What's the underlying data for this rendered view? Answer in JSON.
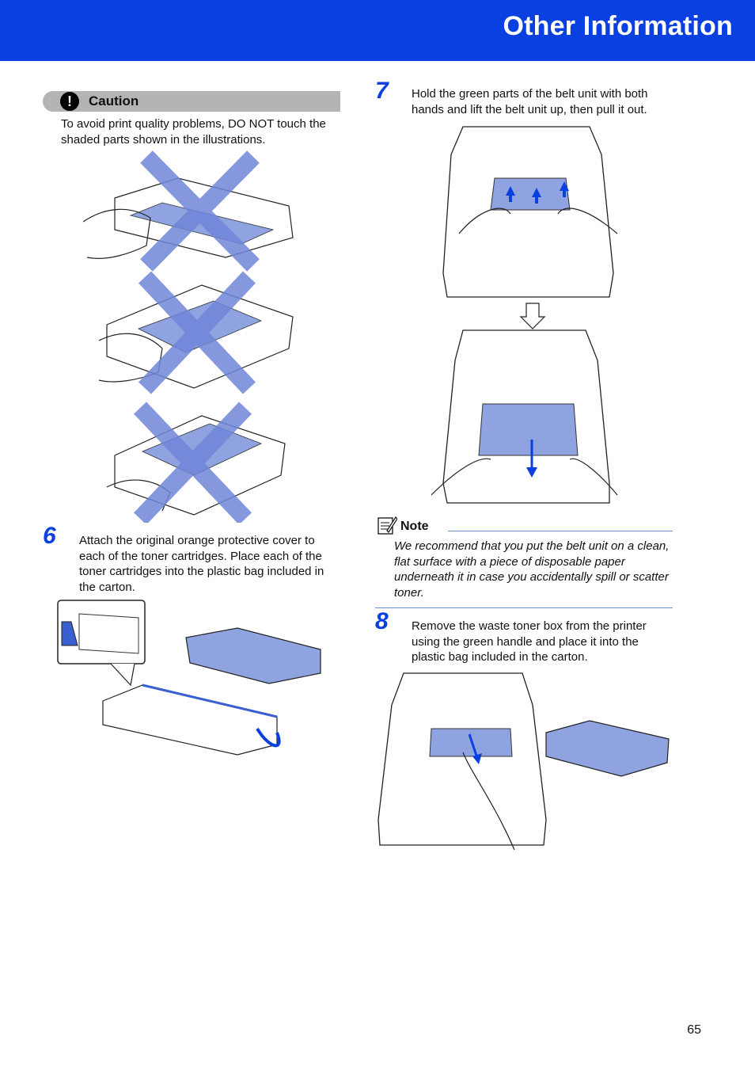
{
  "header": {
    "title": "Other Information"
  },
  "caution": {
    "label": "Caution",
    "text": "To avoid print quality problems, DO NOT touch the shaded parts shown in the illustrations."
  },
  "steps": [
    {
      "number": "6",
      "text": "Attach the original orange protective cover to each of the toner cartridges. Place each of the toner cartridges into the plastic bag included in the carton."
    },
    {
      "number": "7",
      "text": "Hold the green parts of the belt unit with both hands and lift the belt unit up, then pull it out."
    },
    {
      "number": "8",
      "text": "Remove the waste toner box from the printer using the green handle and place it into the plastic bag included in the carton."
    }
  ],
  "note": {
    "label": "Note",
    "text": "We recommend that you put the belt unit on a clean, flat surface with a piece of disposable paper underneath it in case you accidentally spill or scatter toner."
  },
  "page_number": "65",
  "colors": {
    "brand_blue": "#0a3fe0",
    "highlight_blue": "#8fa3e0",
    "caution_gray": "#b4b4b4"
  },
  "icons": [
    "exclamation-icon",
    "note-pencil-icon"
  ]
}
